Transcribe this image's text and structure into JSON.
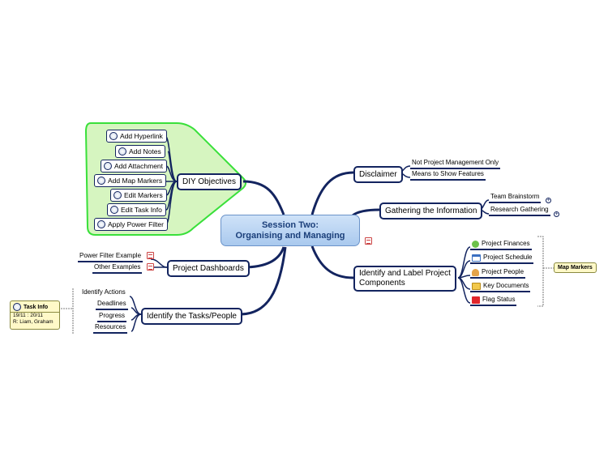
{
  "central": {
    "line1": "Session Two:",
    "line2": "Organising and Managing"
  },
  "diy": {
    "title": "DIY Objectives",
    "items": [
      "Add Hyperlink",
      "Add Notes",
      "Add Attachment",
      "Add Map Markers",
      "Edit Markers",
      "Edit Task Info",
      "Apply Power Filter"
    ],
    "boundary_color": "#39e03a",
    "fill_color": "#d6f5c0"
  },
  "dashboards": {
    "title": "Project Dashboards",
    "items": [
      "Power Filter Example",
      "Other Examples"
    ]
  },
  "tasks": {
    "title": "Identify the Tasks/People",
    "items": [
      "Identify Actions",
      "Deadlines",
      "Progress",
      "Resources"
    ]
  },
  "task_info": {
    "label": "Task Info",
    "dates": "19/11 : 20/11",
    "resources": "R: Liam, Graham"
  },
  "disclaimer": {
    "title": "Disclaimer",
    "items": [
      "Not Project Management Only",
      "Means to Show Features"
    ]
  },
  "gathering": {
    "title": "Gathering the Information",
    "items": [
      "Team Brainstorm",
      "Research Gathering"
    ]
  },
  "components": {
    "title_line1": "Identify and Label Project",
    "title_line2": "Components",
    "items": [
      {
        "label": "Project Finances",
        "icon": "money-icon"
      },
      {
        "label": "Project Schedule",
        "icon": "calendar-icon"
      },
      {
        "label": "Project People",
        "icon": "person-icon"
      },
      {
        "label": "Key Documents",
        "icon": "folder-icon"
      },
      {
        "label": "Flag Status",
        "icon": "flag-icon"
      }
    ]
  },
  "map_markers": {
    "label": "Map Markers"
  },
  "colors": {
    "link": "#13245f",
    "central_text": "#1b3f7a"
  }
}
